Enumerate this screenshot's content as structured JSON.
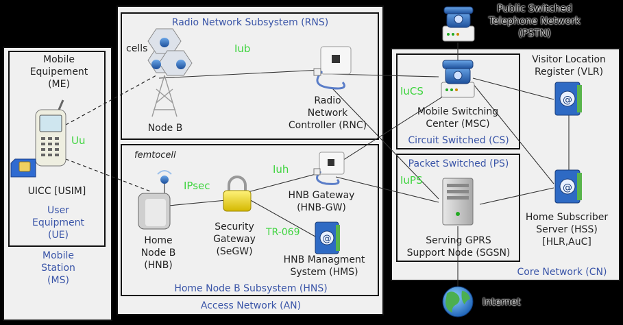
{
  "mobile_station": {
    "title": "Mobile\nStation\n(MS)",
    "me": "Mobile\nEquipement\n(ME)",
    "uicc": "UICC [USIM]",
    "ue": "User\nEquipment\n(UE)"
  },
  "access_network": {
    "title": "Access Network (AN)",
    "rns": {
      "title": "Radio Network Subsystem (RNS)",
      "cells": "cells",
      "node_b": "Node B",
      "iub": "Iub",
      "rnc": "Radio\nNetwork\nController (RNC)"
    },
    "hns": {
      "title": "Home Node B Subsystem (HNS)",
      "femtocell": "femtocell",
      "hnb": "Home\nNode B\n(HNB)",
      "ipsec": "IPsec",
      "segw": "Security\nGateway\n(SeGW)",
      "iuh": "Iuh",
      "hnb_gw": "HNB Gateway\n(HNB-GW)",
      "tr069": "TR-069",
      "hms": "HNB Managment\nSystem (HMS)"
    }
  },
  "core_network": {
    "title": "Core Network (CN)",
    "cs": {
      "title": "Circuit Switched (CS)",
      "iucs": "IuCS",
      "msc": "Mobile Switching\nCenter (MSC)"
    },
    "ps": {
      "title": "Packet Switched (PS)",
      "iups": "IuPS",
      "sgsn": "Serving GPRS\nSupport Node (SGSN)"
    },
    "vlr": "Visitor Location\nRegister (VLR)",
    "hss": "Home Subscriber\nServer (HSS)\n[HLR,AuC]"
  },
  "external": {
    "pstn": "Public Switched\nTelephone Network\n(PSTN)",
    "internet": "Internet"
  },
  "interfaces": {
    "uu": "Uu"
  },
  "colors": {
    "box_bg": "#f0f0f0",
    "interface_label": "#3ed43e",
    "subsystem_label": "#3a55a8"
  }
}
